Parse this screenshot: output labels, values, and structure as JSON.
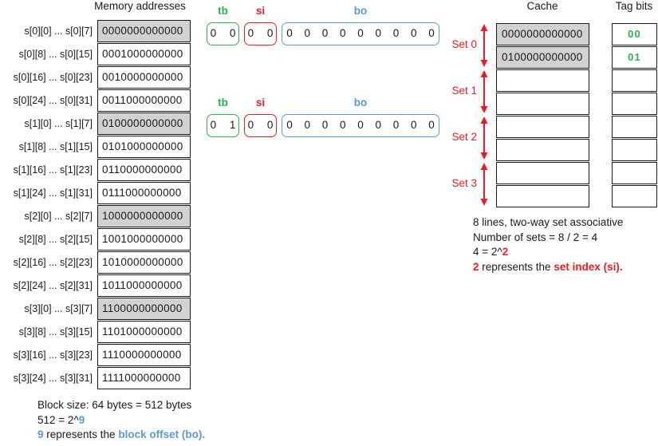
{
  "colors": {
    "tag_green": "#2bb24c",
    "set_red": "#ed1c24",
    "offset_blue": "#5b9bd5",
    "shade_gray": "#d2d2d2"
  },
  "memory": {
    "title": "Memory addresses",
    "rows": [
      {
        "label": "s[0][0] ... s[0][7]",
        "address": "0000000000000",
        "shaded": true
      },
      {
        "label": "s[0][8] ... s[0][15]",
        "address": "0001000000000",
        "shaded": false
      },
      {
        "label": "s[0][16] ... s[0][23]",
        "address": "0010000000000",
        "shaded": false
      },
      {
        "label": "s[0][24] ... s[0][31]",
        "address": "0011000000000",
        "shaded": false
      },
      {
        "label": "s[1][0] ... s[1][7]",
        "address": "0100000000000",
        "shaded": true
      },
      {
        "label": "s[1][8] ... s[1][15]",
        "address": "0101000000000",
        "shaded": false
      },
      {
        "label": "s[1][16] ... s[1][23]",
        "address": "0110000000000",
        "shaded": false
      },
      {
        "label": "s[1][24] ... s[1][31]",
        "address": "0111000000000",
        "shaded": false
      },
      {
        "label": "s[2][0] ... s[2][7]",
        "address": "1000000000000",
        "shaded": true
      },
      {
        "label": "s[2][8] ... s[2][15]",
        "address": "1001000000000",
        "shaded": false
      },
      {
        "label": "s[2][16] ... s[2][23]",
        "address": "1010000000000",
        "shaded": false
      },
      {
        "label": "s[2][24] ... s[2][31]",
        "address": "1011000000000",
        "shaded": false
      },
      {
        "label": "s[3][0] ... s[3][7]",
        "address": "1100000000000",
        "shaded": true
      },
      {
        "label": "s[3][8] ... s[3][15]",
        "address": "1101000000000",
        "shaded": false
      },
      {
        "label": "s[3][16] ... s[3][23]",
        "address": "1110000000000",
        "shaded": false
      },
      {
        "label": "s[3][24] ... s[3][31]",
        "address": "1111000000000",
        "shaded": false
      }
    ]
  },
  "bit_groups": [
    {
      "labels": {
        "tb": "tb",
        "si": "si",
        "bo": "bo"
      },
      "values": {
        "tb": "0 0",
        "si": "0 0",
        "bo": "0 0 0 0 0 0 0 0 0"
      }
    },
    {
      "labels": {
        "tb": "tb",
        "si": "si",
        "bo": "bo"
      },
      "values": {
        "tb": "0 1",
        "si": "0 0",
        "bo": "0 0 0 0 0 0 0 0 0"
      }
    }
  ],
  "cache": {
    "title": "Cache",
    "rows": [
      {
        "value": "0000000000000",
        "shaded": true
      },
      {
        "value": "0100000000000",
        "shaded": true
      },
      {
        "value": "",
        "shaded": false
      },
      {
        "value": "",
        "shaded": false
      },
      {
        "value": "",
        "shaded": false
      },
      {
        "value": "",
        "shaded": false
      },
      {
        "value": "",
        "shaded": false
      },
      {
        "value": "",
        "shaded": false
      }
    ],
    "sets": [
      "Set 0",
      "Set 1",
      "Set 2",
      "Set 3"
    ]
  },
  "tag_bits": {
    "title": "Tag bits",
    "rows": [
      "00",
      "01",
      "",
      "",
      "",
      "",
      "",
      ""
    ]
  },
  "notes_right": {
    "line1": "8 lines, two-way set associative",
    "line2": "Number of sets = 8 / 2 = 4",
    "line3_prefix": "4 = 2^",
    "line3_highlight": "2",
    "line4_highlight1": "2",
    "line4_middle": " represents the ",
    "line4_highlight2": "set index (si)."
  },
  "notes_bottom": {
    "line1": "Block size: 64 bytes = 512 bytes",
    "line2_prefix": "512 = 2^",
    "line2_highlight": "9",
    "line3_highlight1": "9",
    "line3_middle": " represents the ",
    "line3_highlight2": "block offset (bo)."
  }
}
